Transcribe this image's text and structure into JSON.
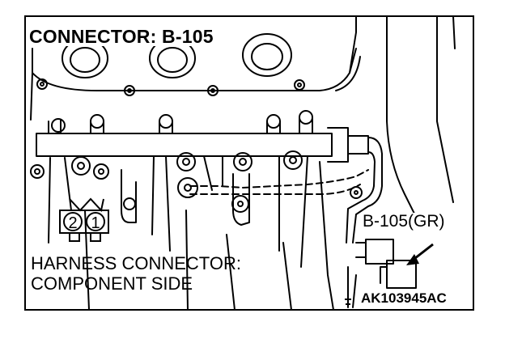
{
  "title": "CONNECTOR: B-105",
  "connector_callout": "B-105(GR)",
  "harness_label": {
    "line1": "HARNESS CONNECTOR:",
    "line2": "COMPONENT SIDE"
  },
  "pin_numbers": [
    "2",
    "1"
  ],
  "figure_code": "AK103945AC",
  "colors": {
    "line": "#000000",
    "background": "#ffffff"
  }
}
